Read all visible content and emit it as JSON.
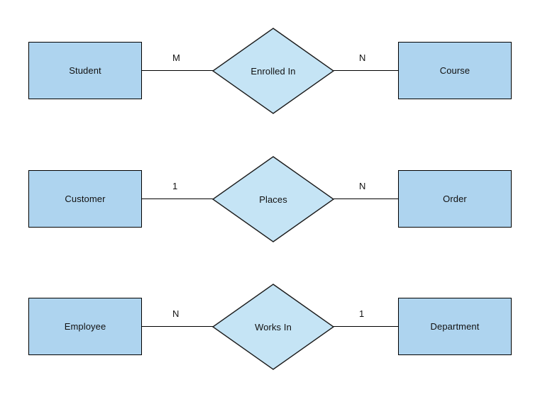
{
  "diagram": {
    "type": "entity-relationship-diagram",
    "background_color": "#ffffff",
    "entity_fill_color": "#aed4ef",
    "relationship_fill_color": "#c5e4f5",
    "border_color": "#000000",
    "rows": [
      {
        "left_entity": "Student",
        "left_cardinality": "M",
        "relationship": "Enrolled In",
        "right_cardinality": "N",
        "right_entity": "Course"
      },
      {
        "left_entity": "Customer",
        "left_cardinality": "1",
        "relationship": "Places",
        "right_cardinality": "N",
        "right_entity": "Order"
      },
      {
        "left_entity": "Employee",
        "left_cardinality": "N",
        "relationship": "Works In",
        "right_cardinality": "1",
        "right_entity": "Department"
      }
    ]
  }
}
